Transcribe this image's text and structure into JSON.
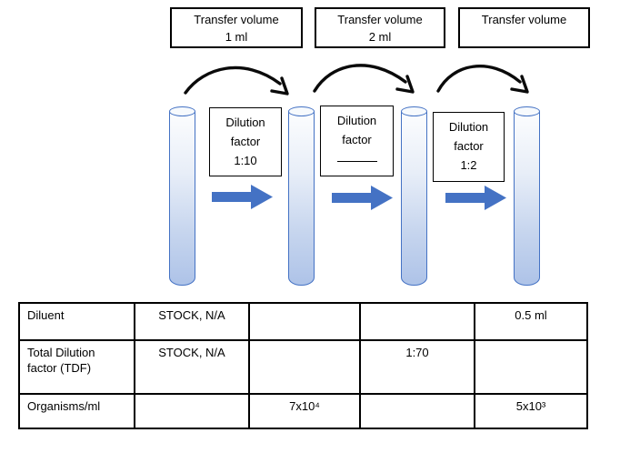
{
  "diagram": {
    "transfer_boxes": [
      {
        "line1": "Transfer volume",
        "line2": "1 ml"
      },
      {
        "line1": "Transfer volume",
        "line2": "2 ml"
      },
      {
        "line1": "Transfer volume",
        "line2": ""
      }
    ],
    "dilution_boxes": [
      {
        "line1": "Dilution",
        "line2": "factor",
        "value": "1:10"
      },
      {
        "line1": "Dilution",
        "line2": "factor",
        "value": ""
      },
      {
        "line1": "Dilution",
        "line2": "factor",
        "value": "1:2"
      }
    ],
    "tube_count": 4,
    "colors": {
      "block_arrow_blue": "#4472C4",
      "tube_outline_blue": "#4472C4",
      "tube_fill_bottom": "#AEC3E8",
      "box_border": "#000000"
    }
  },
  "table": {
    "rows": [
      {
        "cells": [
          "Diluent",
          "STOCK, N/A",
          "",
          "",
          "0.5 ml"
        ]
      },
      {
        "cells": [
          "Total Dilution factor (TDF)",
          "STOCK, N/A",
          "",
          "1:70",
          ""
        ]
      },
      {
        "cells": [
          "Organisms/ml",
          "",
          "7x10⁴",
          "",
          "5x10³"
        ]
      }
    ]
  }
}
